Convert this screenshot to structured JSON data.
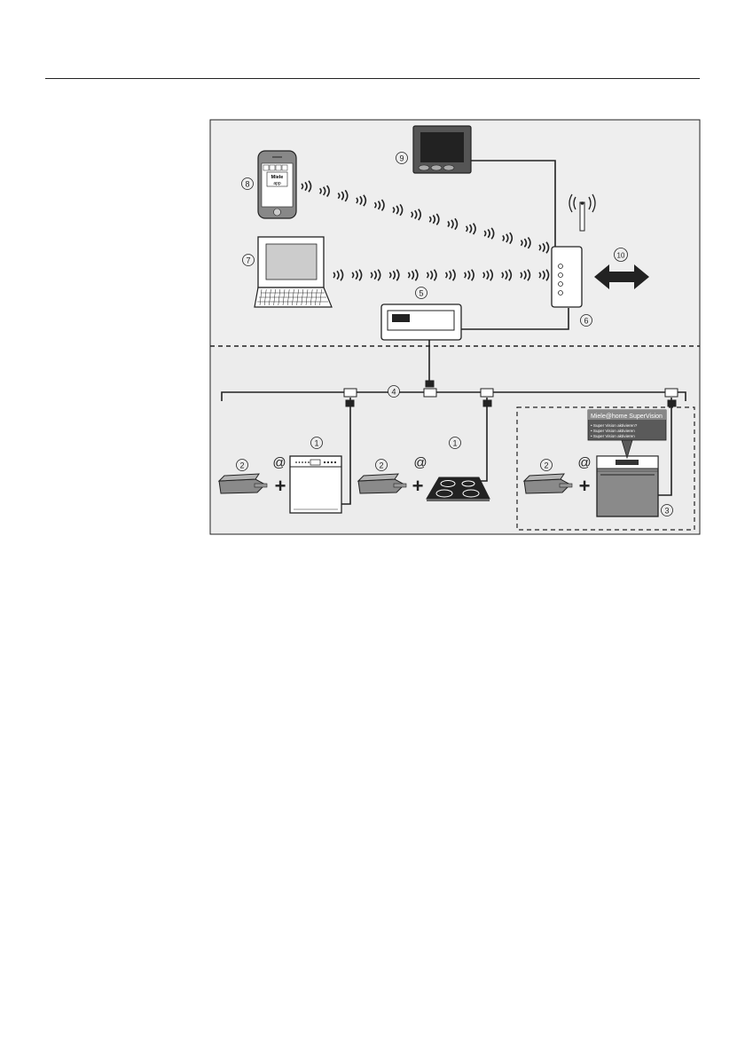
{
  "page": {
    "callouts": {
      "c1": "1",
      "c2": "2",
      "c3": "3",
      "c4": "4",
      "c5": "5",
      "c6": "6",
      "c7": "7",
      "c8": "8",
      "c9": "9",
      "c10": "10"
    },
    "phone": {
      "brand": "Miele",
      "app": "app"
    },
    "at_symbol": "@",
    "plus_symbol": "+",
    "supervision": {
      "title": "Miele@home SuperVision",
      "items": [
        "• Super Vision aktivieren?",
        "• Super Vision aktivieren",
        "• Super Vision aktivieren"
      ]
    }
  },
  "colors": {
    "panel_upper": "#eeeeee",
    "panel_lower": "#ececec",
    "outline": "#222222",
    "dark_fill": "#333333",
    "appliance_fill": "#ffffff"
  }
}
